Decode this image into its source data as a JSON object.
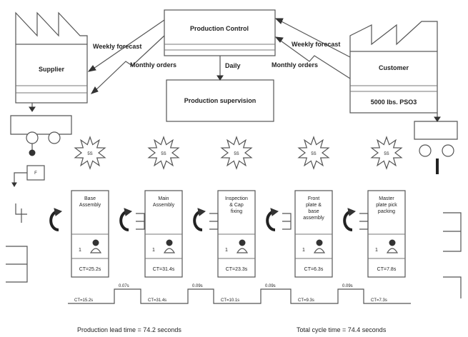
{
  "production_control": "Production Control",
  "production_supervision": "Production supervision",
  "supplier": "Supplier",
  "customer": {
    "name": "Customer",
    "demand": "5000 lbs. PSO3"
  },
  "flows": {
    "supplier_forecast": "Weekly forecast",
    "supplier_orders": "Monthly orders",
    "customer_forecast": "Weekly forecast",
    "customer_orders": "Monthly orders",
    "daily": "Daily"
  },
  "kaizen_label": "5S",
  "processes": [
    {
      "name": "Base Assembly",
      "operator": "1",
      "ct": "CT=25.2s"
    },
    {
      "name": "Main Assembly",
      "operator": "1",
      "ct": "CT=31.4s"
    },
    {
      "name": "Inspection & Cap fixing",
      "operator": "1",
      "ct": "CT=23.3s"
    },
    {
      "name": "Front plate & base assembly",
      "operator": "1",
      "ct": "CT=6.3s"
    },
    {
      "name": "Master plate pick packing",
      "operator": "1",
      "ct": "CT=7.8s"
    }
  ],
  "timeline": {
    "wait_times": [
      "0.07s",
      "0.09s",
      "0.09s",
      "0.09s"
    ],
    "cycle_times": [
      "CT=15.2s",
      "CT=31.4s",
      "CT=10.1s",
      "CT=9.3s",
      "CT=7.3s"
    ]
  },
  "footer": {
    "lead_time": "Production lead time = 74.2 seconds",
    "total_cycle": "Total cycle time = 74.4 seconds"
  },
  "icons": {
    "kaizen": "kaizen-burst-icon",
    "push": "push-arrow-icon",
    "truck": "truck-icon",
    "operator": "operator-icon",
    "inventory": "inventory-triangle-icon"
  }
}
